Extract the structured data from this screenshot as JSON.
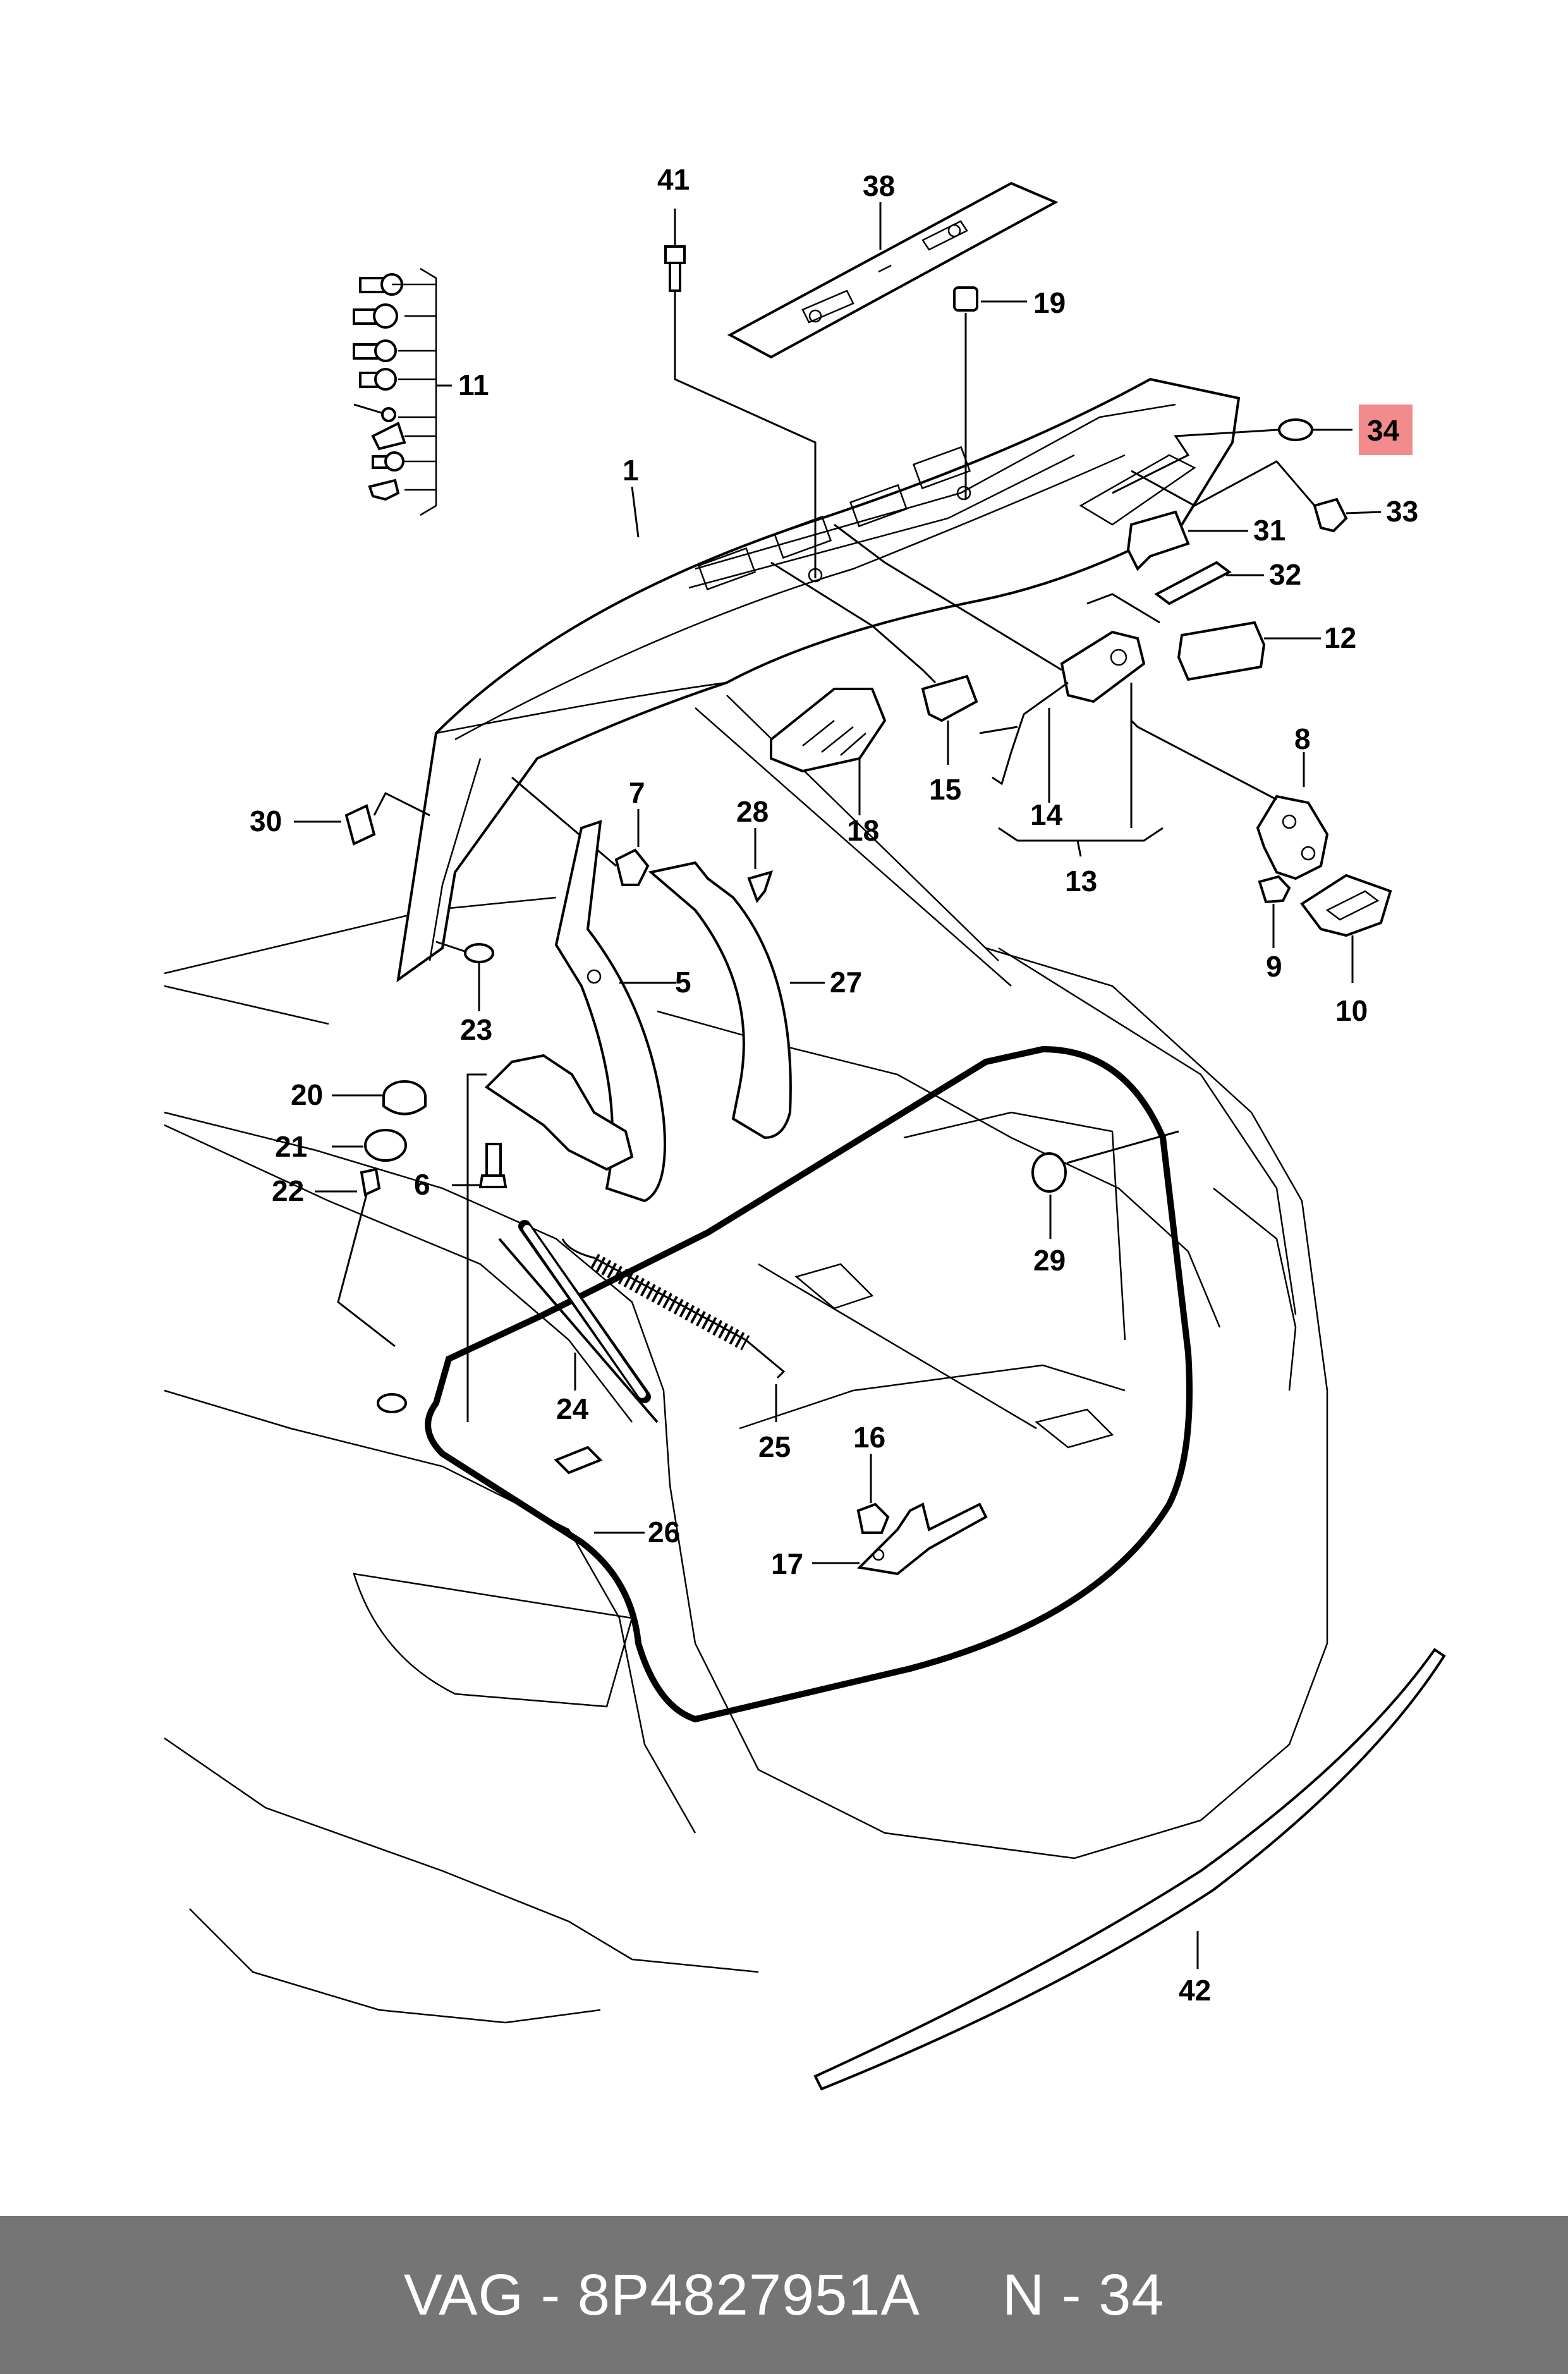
{
  "diagram": {
    "callouts": {
      "c1": "1",
      "c5": "5",
      "c6": "6",
      "c7": "7",
      "c8": "8",
      "c9": "9",
      "c10": "10",
      "c11": "11",
      "c12": "12",
      "c13": "13",
      "c14": "14",
      "c15": "15",
      "c16": "16",
      "c17": "17",
      "c18": "18",
      "c19": "19",
      "c20": "20",
      "c21": "21",
      "c22": "22",
      "c23": "23",
      "c24": "24",
      "c25": "25",
      "c26": "26",
      "c27": "27",
      "c28": "28",
      "c29": "29",
      "c30": "30",
      "c31": "31",
      "c32": "32",
      "c33": "33",
      "c34": "34",
      "c38": "38",
      "c41": "41",
      "c42": "42"
    },
    "highlighted_part": "34",
    "highlight_color": "#f28b8b"
  },
  "footer": {
    "brand": "VAG - 8P4827951A",
    "part_ref": "N - 34",
    "background_color": "#757575",
    "text_color": "#ffffff"
  }
}
